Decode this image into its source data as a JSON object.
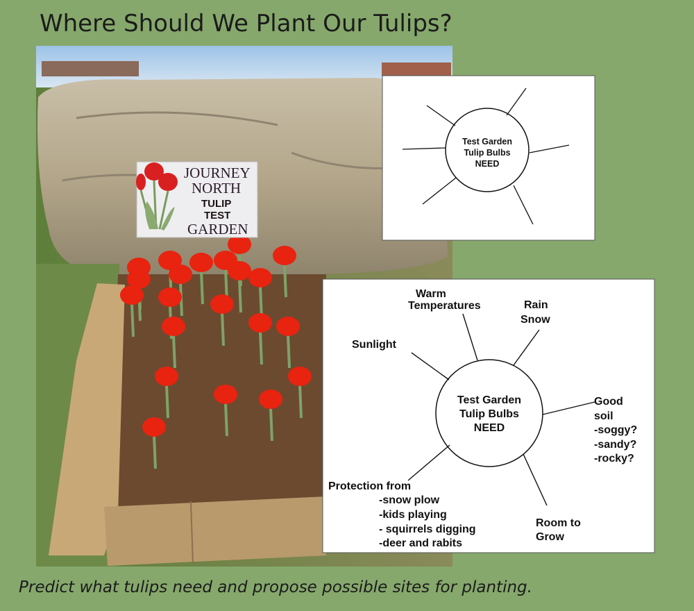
{
  "title": "Where Should We Plant Our Tulips?",
  "caption": "Predict what tulips need and propose possible sites for planting.",
  "sign": {
    "line1": "JOURNEY",
    "line2": "NORTH",
    "line3": "TULIP",
    "line4": "TEST",
    "line5": "GARDEN"
  },
  "blank_web": {
    "center": [
      "Test Garden",
      "Tulip Bulbs",
      "NEED"
    ]
  },
  "filled_web": {
    "center": [
      "Test Garden",
      "Tulip Bulbs",
      "NEED"
    ],
    "warm": [
      "Warm",
      "Temperatures"
    ],
    "rain": [
      "Rain",
      "Snow"
    ],
    "sunlight": "Sunlight",
    "soil": [
      "Good",
      "soil",
      "-soggy?",
      "-sandy?",
      "-rocky?"
    ],
    "protection": [
      "Protection from",
      "-snow plow",
      "-kids playing",
      "- squirrels digging",
      "-deer and rabits"
    ],
    "room": [
      "Room to",
      "Grow"
    ]
  },
  "colors": {
    "background": "#86a86c",
    "tulip": "#e8230f"
  }
}
